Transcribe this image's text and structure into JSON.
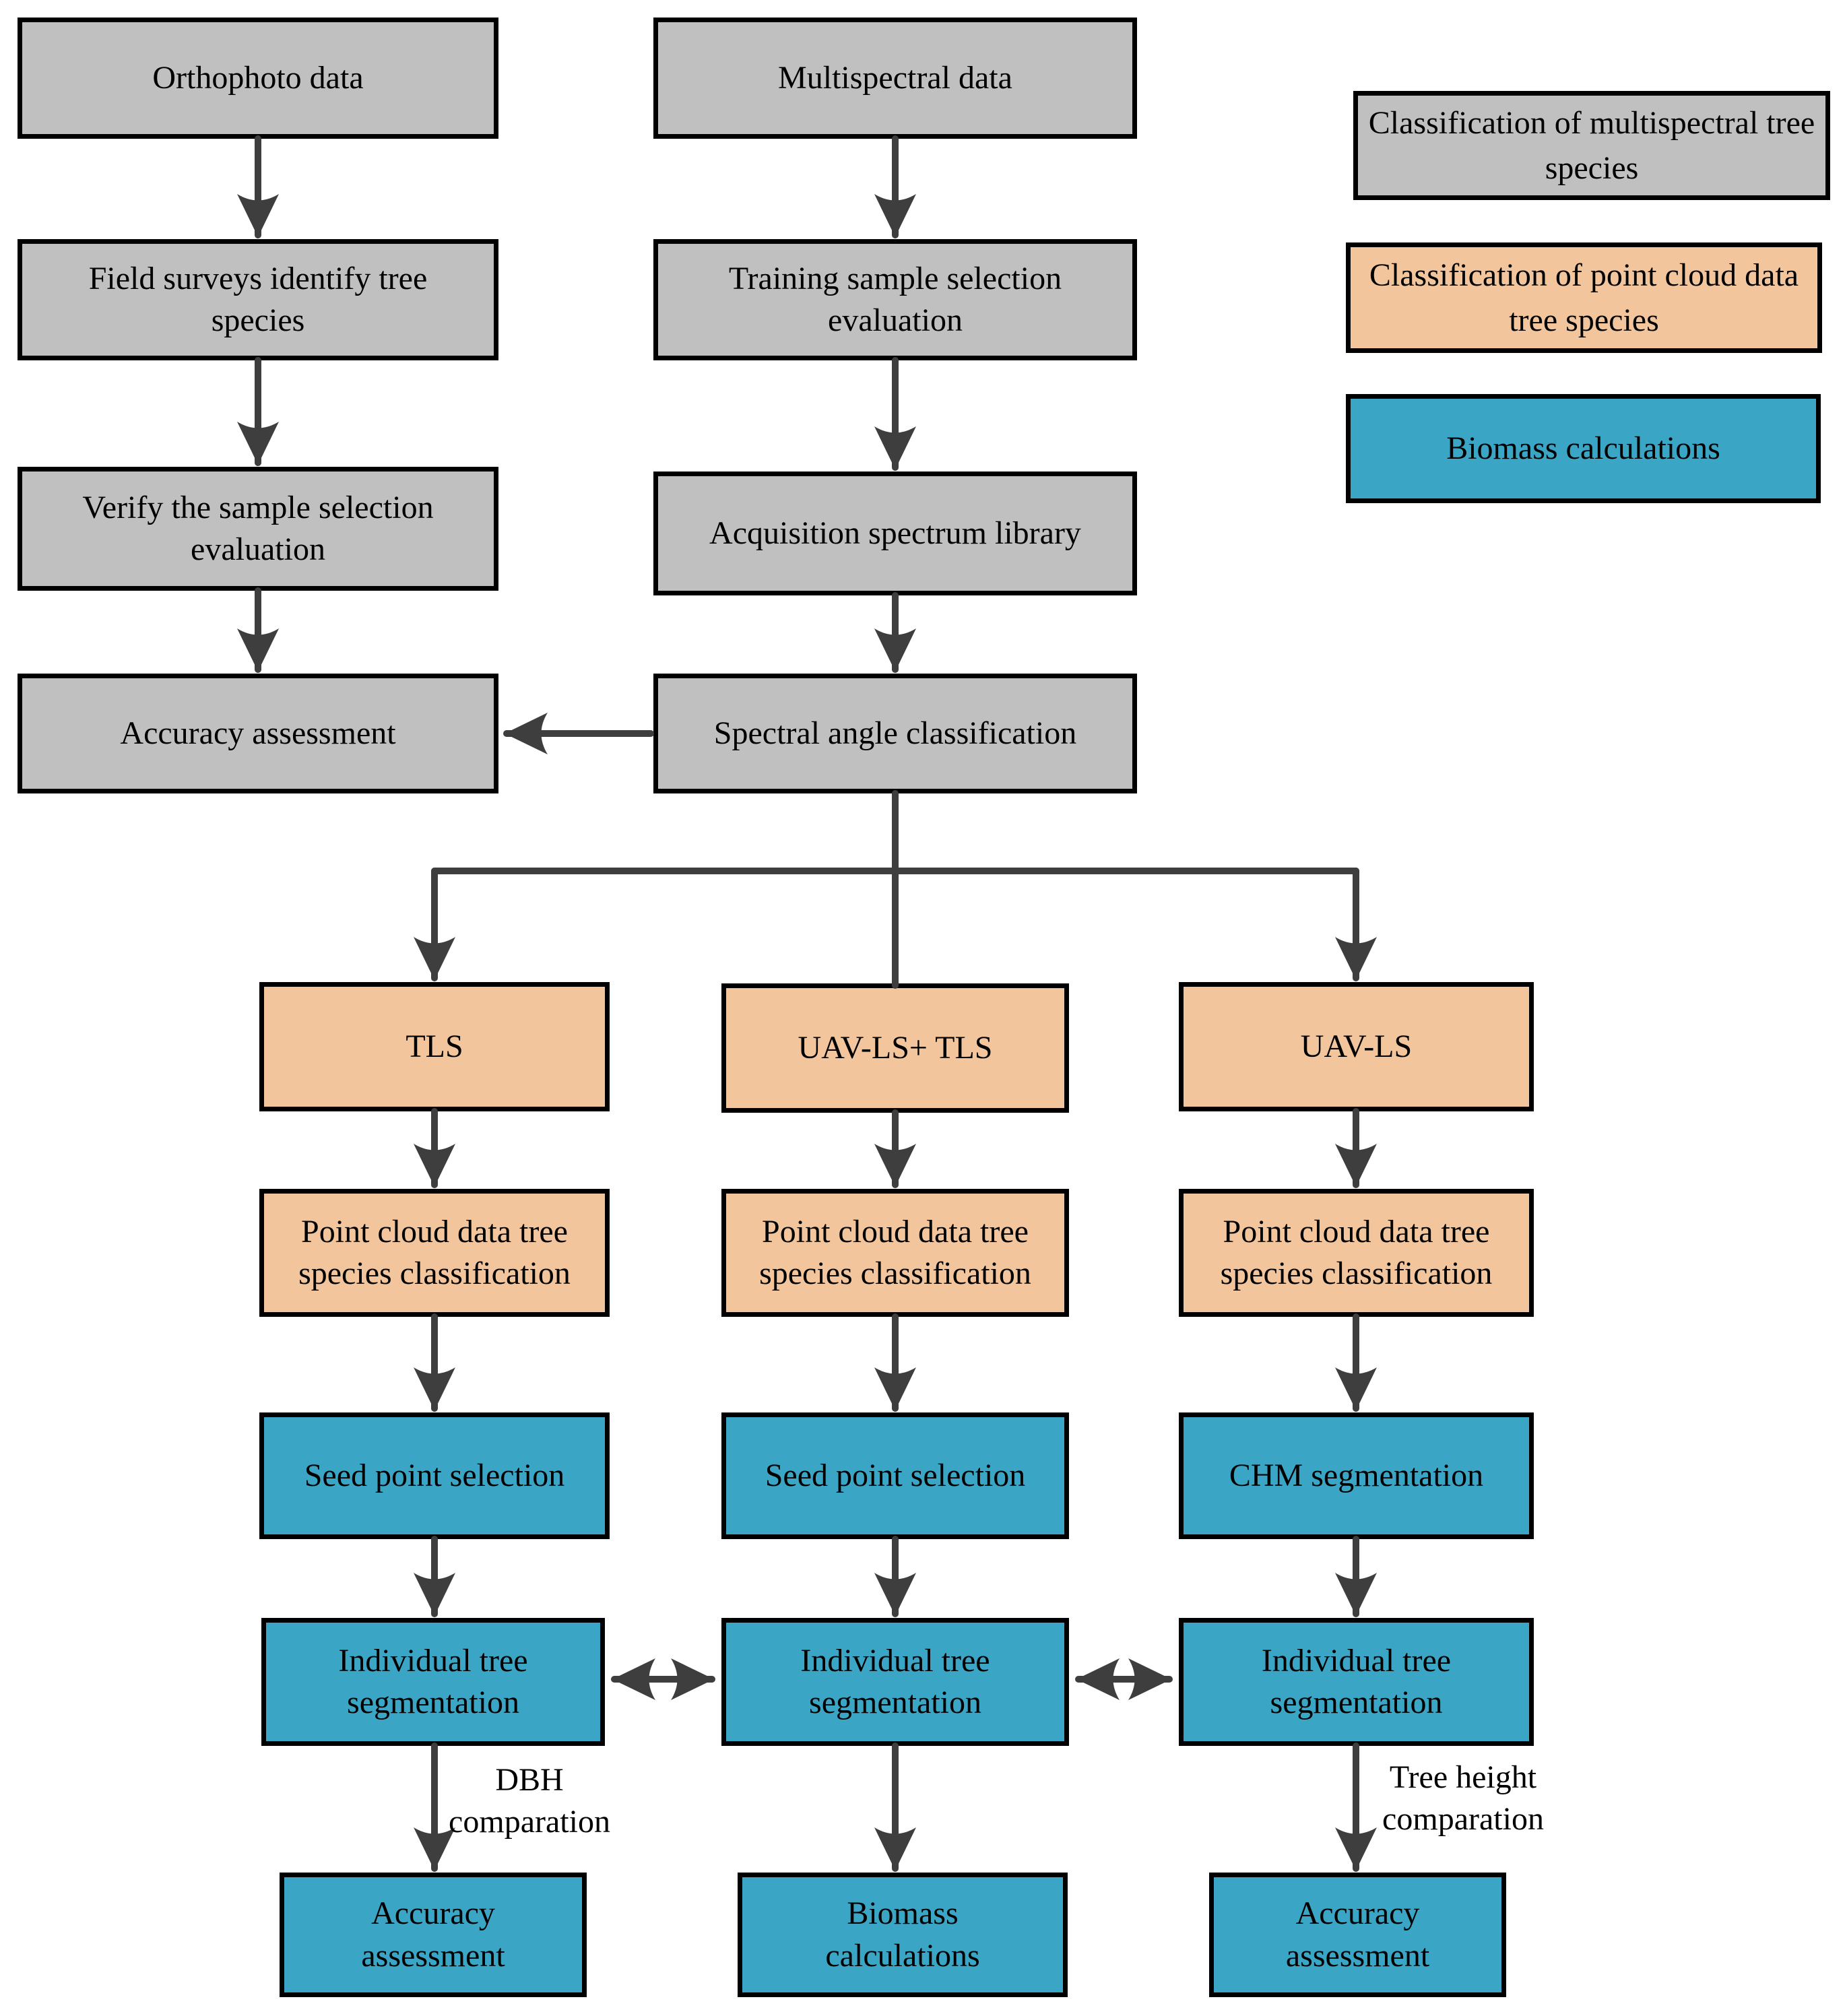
{
  "figure": {
    "type": "flowchart",
    "colors": {
      "multispectral_fill": "#C0C0C0",
      "point_cloud_fill": "#F2C59C",
      "biomass_fill": "#3AA5C4",
      "arrow": "#3E3E3E",
      "border": "#000000",
      "background": "#FFFFFF"
    },
    "legend": [
      {
        "label": "Classification of multispectral tree species",
        "color": "#C0C0C0"
      },
      {
        "label": "Classification of point cloud data tree species",
        "color": "#F2C59C"
      },
      {
        "label": "Biomass calculations",
        "color": "#3AA5C4"
      }
    ],
    "nodes": {
      "orthophoto": "Orthophoto data",
      "field_surveys": "Field surveys identify tree species",
      "verify_sample": "Verify the sample selection evaluation",
      "accuracy_multispectral": "Accuracy assessment",
      "multispectral": "Multispectral data",
      "training_sample": "Training sample selection evaluation",
      "acquisition_library": "Acquisition spectrum library",
      "spectral_angle": "Spectral angle classification",
      "tls": "TLS",
      "uav_tls": "UAV-LS+ TLS",
      "uav": "UAV-LS",
      "pc_tls": "Point cloud data tree species classification",
      "pc_uav_tls": "Point cloud data tree species classification",
      "pc_uav": "Point cloud data tree species classification",
      "seed_tls": "Seed point selection",
      "seed_uav_tls": "Seed point selection",
      "chm": "CHM segmentation",
      "its_tls": "Individual tree segmentation",
      "its_uav_tls": "Individual tree segmentation",
      "its_uav": "Individual tree segmentation",
      "accuracy_tls": "Accuracy assessment",
      "biomass": "Biomass calculations",
      "accuracy_uav": "Accuracy assessment"
    },
    "edge_labels": {
      "dbh": "DBH comparation",
      "tree_height": "Tree height comparation"
    },
    "edges": [
      {
        "from": "orthophoto",
        "to": "field_surveys"
      },
      {
        "from": "field_surveys",
        "to": "verify_sample"
      },
      {
        "from": "verify_sample",
        "to": "accuracy_multispectral"
      },
      {
        "from": "multispectral",
        "to": "training_sample"
      },
      {
        "from": "training_sample",
        "to": "acquisition_library"
      },
      {
        "from": "acquisition_library",
        "to": "spectral_angle"
      },
      {
        "from": "spectral_angle",
        "to": "accuracy_multispectral"
      },
      {
        "from": "spectral_angle",
        "to": "tls"
      },
      {
        "from": "spectral_angle",
        "to": "uav_tls"
      },
      {
        "from": "spectral_angle",
        "to": "uav"
      },
      {
        "from": "tls",
        "to": "pc_tls"
      },
      {
        "from": "uav_tls",
        "to": "pc_uav_tls"
      },
      {
        "from": "uav",
        "to": "pc_uav"
      },
      {
        "from": "pc_tls",
        "to": "seed_tls"
      },
      {
        "from": "pc_uav_tls",
        "to": "seed_uav_tls"
      },
      {
        "from": "pc_uav",
        "to": "chm"
      },
      {
        "from": "seed_tls",
        "to": "its_tls"
      },
      {
        "from": "seed_uav_tls",
        "to": "its_uav_tls"
      },
      {
        "from": "chm",
        "to": "its_uav"
      },
      {
        "from": "its_tls",
        "to": "its_uav_tls",
        "style": "double"
      },
      {
        "from": "its_uav_tls",
        "to": "its_uav",
        "style": "double"
      },
      {
        "from": "its_tls",
        "to": "accuracy_tls",
        "label": "DBH comparation"
      },
      {
        "from": "its_uav_tls",
        "to": "biomass"
      },
      {
        "from": "its_uav",
        "to": "accuracy_uav",
        "label": "Tree height comparation"
      }
    ]
  }
}
